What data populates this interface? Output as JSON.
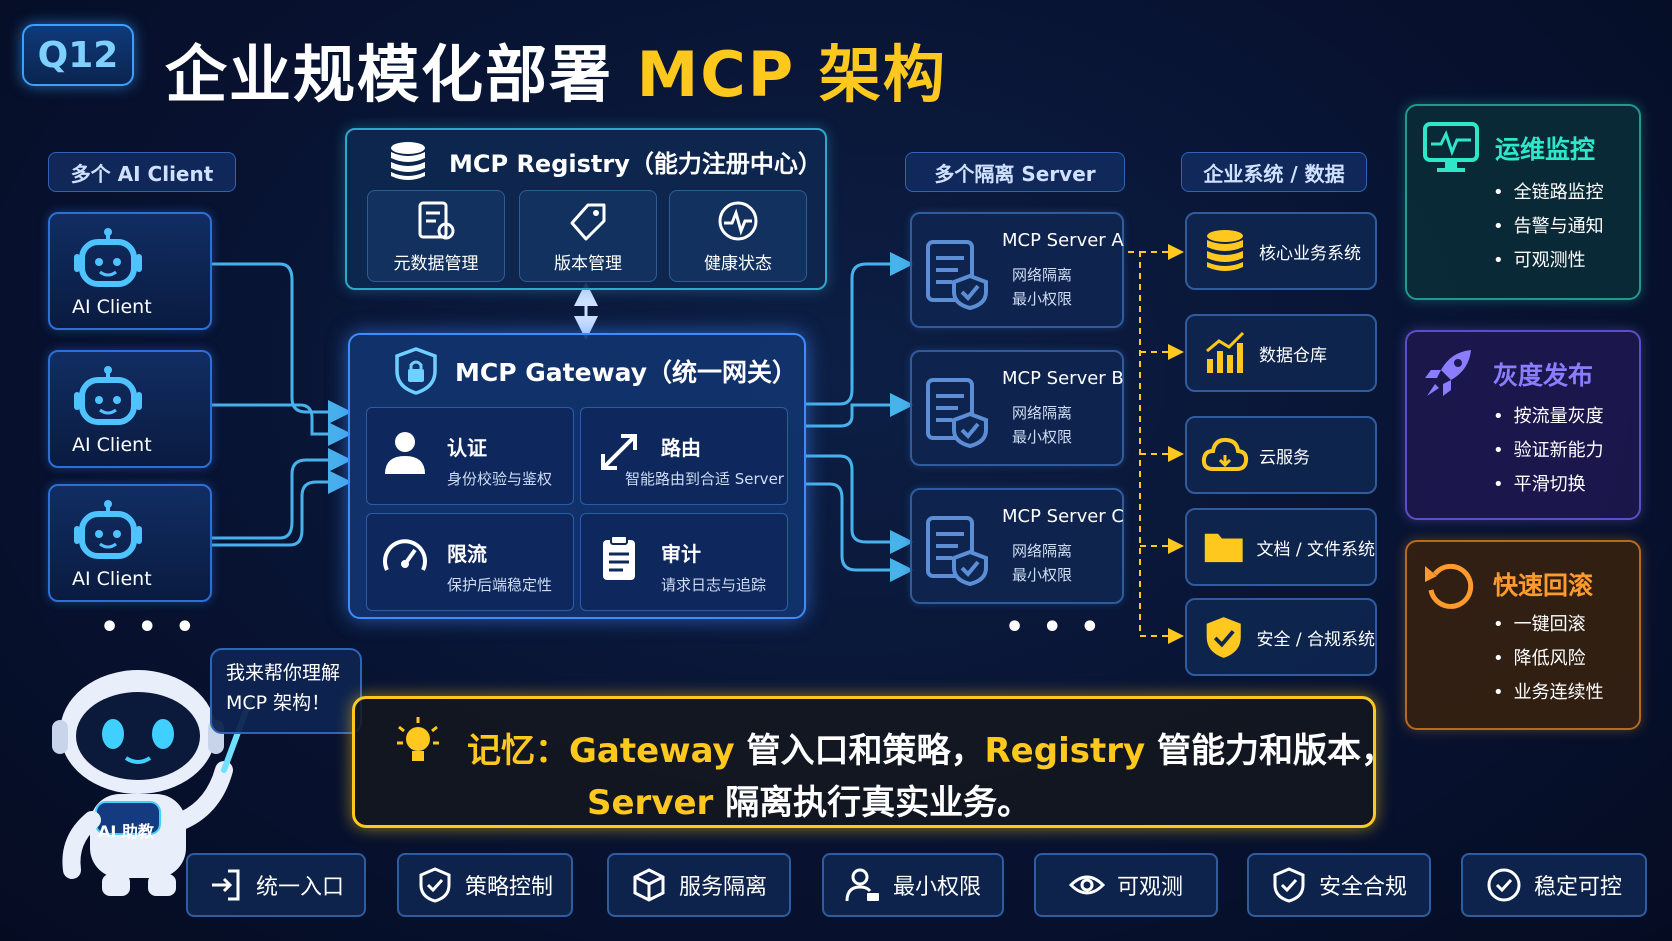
{
  "header": {
    "badge": "Q12",
    "title_main": "企业规模化部署 ",
    "title_highlight": "MCP 架构"
  },
  "columns": {
    "clients_header": "多个 AI Client",
    "servers_header": "多个隔离 Server",
    "systems_header": "企业系统 / 数据"
  },
  "clients": [
    {
      "label": "AI Client"
    },
    {
      "label": "AI Client"
    },
    {
      "label": "AI Client"
    }
  ],
  "ellipsis": "• • •",
  "registry": {
    "title": "MCP Registry（能力注册中心）",
    "cards": [
      {
        "label": "元数据管理",
        "icon": "metadata-icon"
      },
      {
        "label": "版本管理",
        "icon": "tag-icon"
      },
      {
        "label": "健康状态",
        "icon": "heartbeat-icon"
      }
    ]
  },
  "gateway": {
    "title": "MCP Gateway（统一网关）",
    "cards": [
      {
        "title": "认证",
        "desc": "身份校验与鉴权",
        "icon": "user-icon"
      },
      {
        "title": "路由",
        "desc": "智能路由到合适 Server",
        "icon": "route-arrows-icon"
      },
      {
        "title": "限流",
        "desc": "保护后端稳定性",
        "icon": "speedometer-icon"
      },
      {
        "title": "审计",
        "desc": "请求日志与追踪",
        "icon": "clipboard-icon"
      }
    ]
  },
  "servers": [
    {
      "name": "MCP Server A",
      "line1": "网络隔离",
      "line2": "最小权限"
    },
    {
      "name": "MCP Server B",
      "line1": "网络隔离",
      "line2": "最小权限"
    },
    {
      "name": "MCP Server C",
      "line1": "网络隔离",
      "line2": "最小权限"
    }
  ],
  "systems": [
    {
      "label": "核心业务系统",
      "icon": "database-icon"
    },
    {
      "label": "数据仓库",
      "icon": "bar-chart-icon"
    },
    {
      "label": "云服务",
      "icon": "cloud-icon"
    },
    {
      "label": "文档 / 文件系统",
      "icon": "folder-icon"
    },
    {
      "label": "安全 / 合规系统",
      "icon": "shield-check-icon"
    }
  ],
  "panels": [
    {
      "title": "运维监控",
      "items": [
        "全链路监控",
        "告警与通知",
        "可观测性"
      ],
      "color": "#2ee6c8"
    },
    {
      "title": "灰度发布",
      "items": [
        "按流量灰度",
        "验证新能力",
        "平滑切换"
      ],
      "color": "#8a7dff"
    },
    {
      "title": "快速回滚",
      "items": [
        "一键回滚",
        "降低风险",
        "业务连续性"
      ],
      "color": "#ff9a2e"
    }
  ],
  "assistant": {
    "bubble_line1": "我来帮你理解",
    "bubble_line2": "MCP 架构！",
    "badge": "AI 助教"
  },
  "memory": {
    "label": "记忆：",
    "gateway_word": "Gateway",
    "gateway_text": " 管入口和策略，",
    "registry_word": "Registry",
    "registry_text": " 管能力和版本，",
    "server_word": "Server",
    "server_text": " 隔离执行真实业务。"
  },
  "tags": [
    {
      "label": "统一入口",
      "icon": "entry-icon"
    },
    {
      "label": "策略控制",
      "icon": "shield-icon"
    },
    {
      "label": "服务隔离",
      "icon": "cube-icon"
    },
    {
      "label": "最小权限",
      "icon": "user-lock-icon"
    },
    {
      "label": "可观测",
      "icon": "eye-icon"
    },
    {
      "label": "安全合规",
      "icon": "shield-check-icon"
    },
    {
      "label": "稳定可控",
      "icon": "check-circle-icon"
    }
  ]
}
